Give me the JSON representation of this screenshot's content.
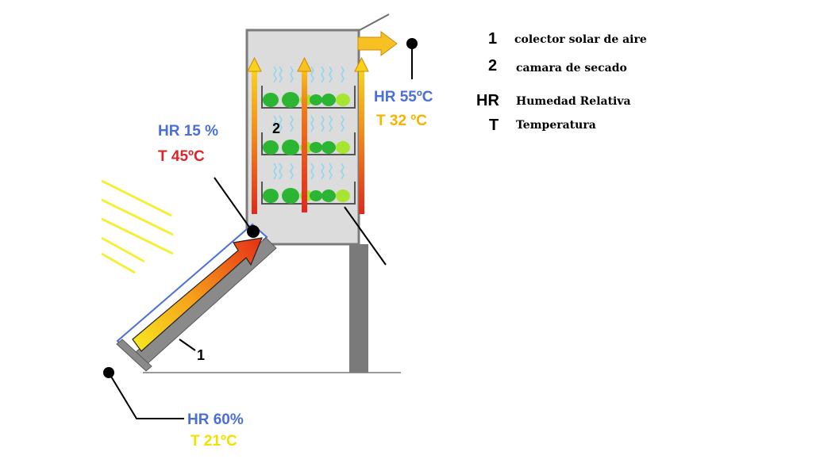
{
  "colors": {
    "hr": "#4a6fd8",
    "temp_hot": "#d9262a",
    "temp_warm": "#f5b400",
    "temp_ambient": "#f2e100",
    "chamber_fill": "#dcdcdc",
    "chamber_stroke": "#7b7b7b",
    "sun_rays": "#f5ef3c",
    "produce": "#2bb532",
    "produce_light": "#a6e632",
    "vapor": "#8fd6f0",
    "outlet_arrow": "#f7c023"
  },
  "icons": [
    "sun-rays-icon",
    "vapor-wave-icon",
    "outlet-arrow-icon",
    "measurement-point-icon"
  ],
  "diagram": {
    "callouts": {
      "collector_number": "1",
      "chamber_number": "2"
    },
    "inlet_point": {
      "hr": "HR 60%",
      "temp": "T 21ºC"
    },
    "collector_outlet_point": {
      "hr": "HR 15 %",
      "temp": "T 45ºC"
    },
    "chamber_outlet_point": {
      "hr": "HR 55ºC",
      "temp": "T 32 ºC"
    }
  },
  "legend": {
    "items": [
      {
        "key": "1",
        "desc": "colector solar de aire"
      },
      {
        "key": "2",
        "desc": "camara de secado"
      },
      {
        "key": "HR",
        "desc": "Humedad Relativa"
      },
      {
        "key": "T",
        "desc": "Temperatura"
      }
    ]
  }
}
